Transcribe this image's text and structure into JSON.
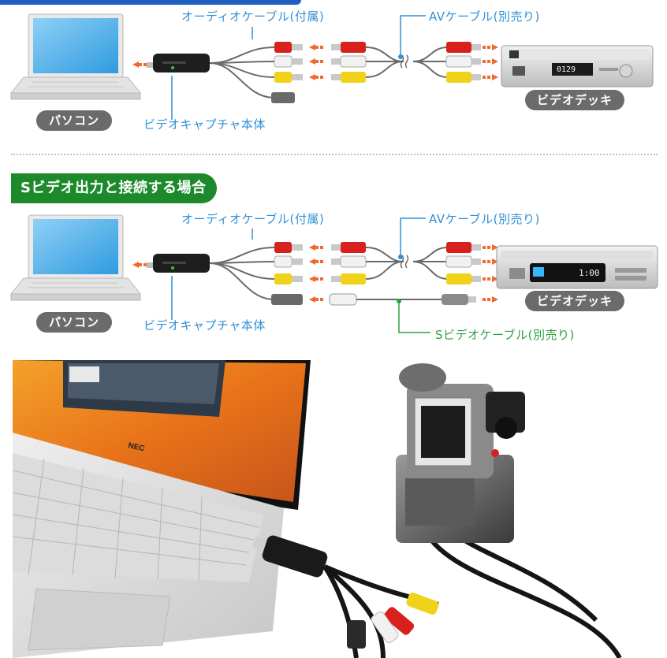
{
  "section1": {
    "audio_cable_label": "オーディオケーブル(付属)",
    "av_cable_label": "AVケーブル(別売り)",
    "capture_device_label": "ビデオキャプチャ本体",
    "pc_label": "パソコン",
    "deck_label": "ビデオデッキ",
    "deck_display": "0129"
  },
  "section2": {
    "title": "Sビデオ出力と接続する場合",
    "audio_cable_label": "オーディオケーブル(付属)",
    "av_cable_label": "AVケーブル(別売り)",
    "capture_device_label": "ビデオキャプチャ本体",
    "pc_label": "パソコン",
    "deck_label": "ビデオデッキ",
    "svideo_cable_label": "Sビデオケーブル(別売り)",
    "deck_display": "1:00"
  },
  "photo": {
    "laptop_brand": "NEC"
  },
  "colors": {
    "accent_blue": "#2f8fd6",
    "accent_green": "#1c8a2b",
    "pill_gray": "#6b6b6b",
    "red_plug": "#d8201c",
    "yellow_plug": "#f0d21a"
  }
}
